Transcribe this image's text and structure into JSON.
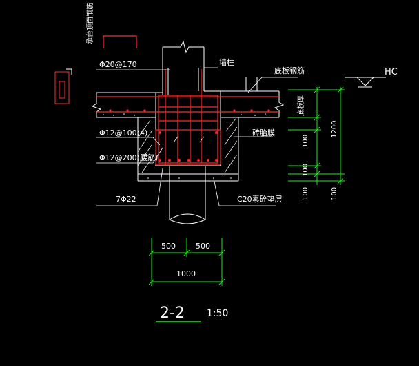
{
  "drawing": {
    "section_label": "2-2",
    "scale": "1:50",
    "colors": {
      "background": "#000000",
      "structure": "#ffffff",
      "rebar": "#ff2a2a",
      "dimension": "#00ff00",
      "text": "#ffffff"
    },
    "labels": {
      "top_rebar_note": "承台顶面钢筋",
      "rebar_top": "Φ20@170",
      "wall": "墙柱",
      "slab_rebar": "底板钢筋",
      "rebar_stirrup": "Φ12@100(4)",
      "rebar_waist": "Φ12@200(腰筋)",
      "rebar_bottom": "7Φ22",
      "cushion": "C20素砼垫层",
      "side_wall": "砖胎膜",
      "slab_thk": "底板厚",
      "hc": "HC"
    },
    "dimensions": {
      "d1": "500",
      "d2": "500",
      "total": "1000",
      "v_100a": "100",
      "v_100b": "100",
      "v_100c": "100",
      "v_100d": "100",
      "v_1200": "1200"
    }
  }
}
